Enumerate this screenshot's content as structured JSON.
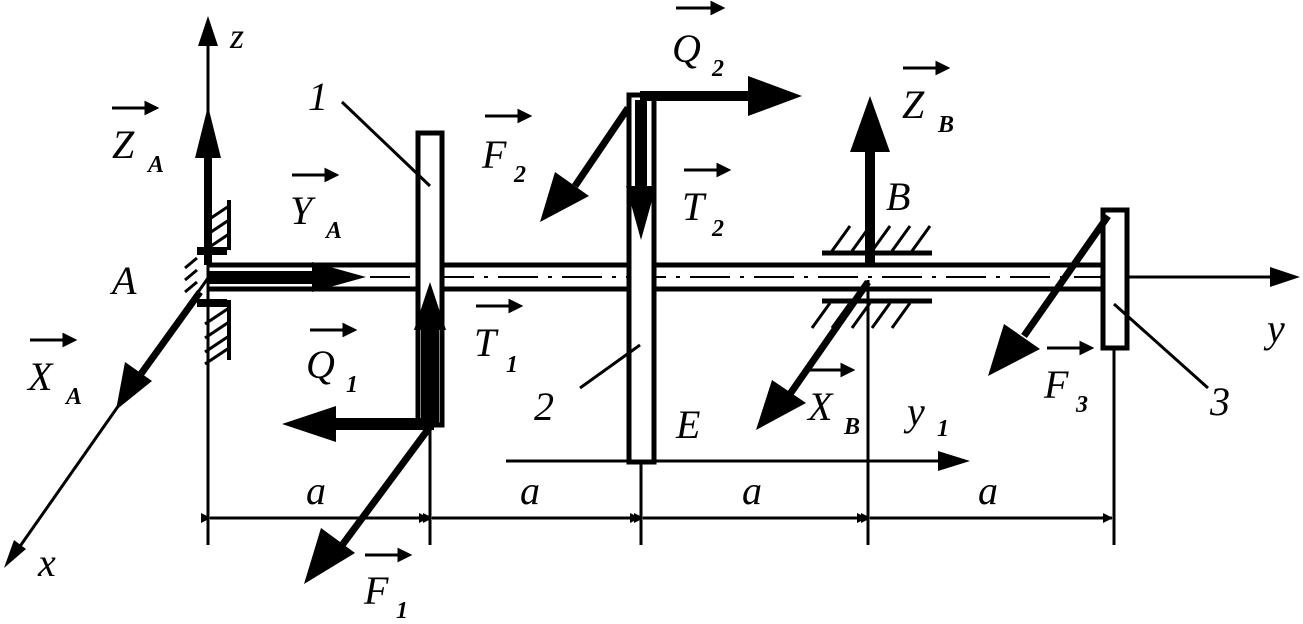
{
  "axes": {
    "z": "z",
    "y": "y",
    "x": "x",
    "y1": "y",
    "y1_sub": "1"
  },
  "points": {
    "A": "A",
    "B": "B",
    "E": "E"
  },
  "parts": {
    "p1": "1",
    "p2": "2",
    "p3": "3"
  },
  "forces": {
    "ZA": {
      "main": "Z",
      "sub": "A"
    },
    "YA": {
      "main": "Y",
      "sub": "A"
    },
    "XA": {
      "main": "X",
      "sub": "A"
    },
    "ZB": {
      "main": "Z",
      "sub": "B"
    },
    "XB": {
      "main": "X",
      "sub": "B"
    },
    "Q1": {
      "main": "Q",
      "sub": "1"
    },
    "Q2": {
      "main": "Q",
      "sub": "2"
    },
    "F1": {
      "main": "F",
      "sub": "1"
    },
    "F2": {
      "main": "F",
      "sub": "2"
    },
    "F3": {
      "main": "F",
      "sub": "3"
    },
    "T1": {
      "main": "T",
      "sub": "1"
    },
    "T2": {
      "main": "T",
      "sub": "2"
    }
  },
  "dimensions": {
    "d1": "a",
    "d2": "a",
    "d3": "a",
    "d4": "a"
  }
}
